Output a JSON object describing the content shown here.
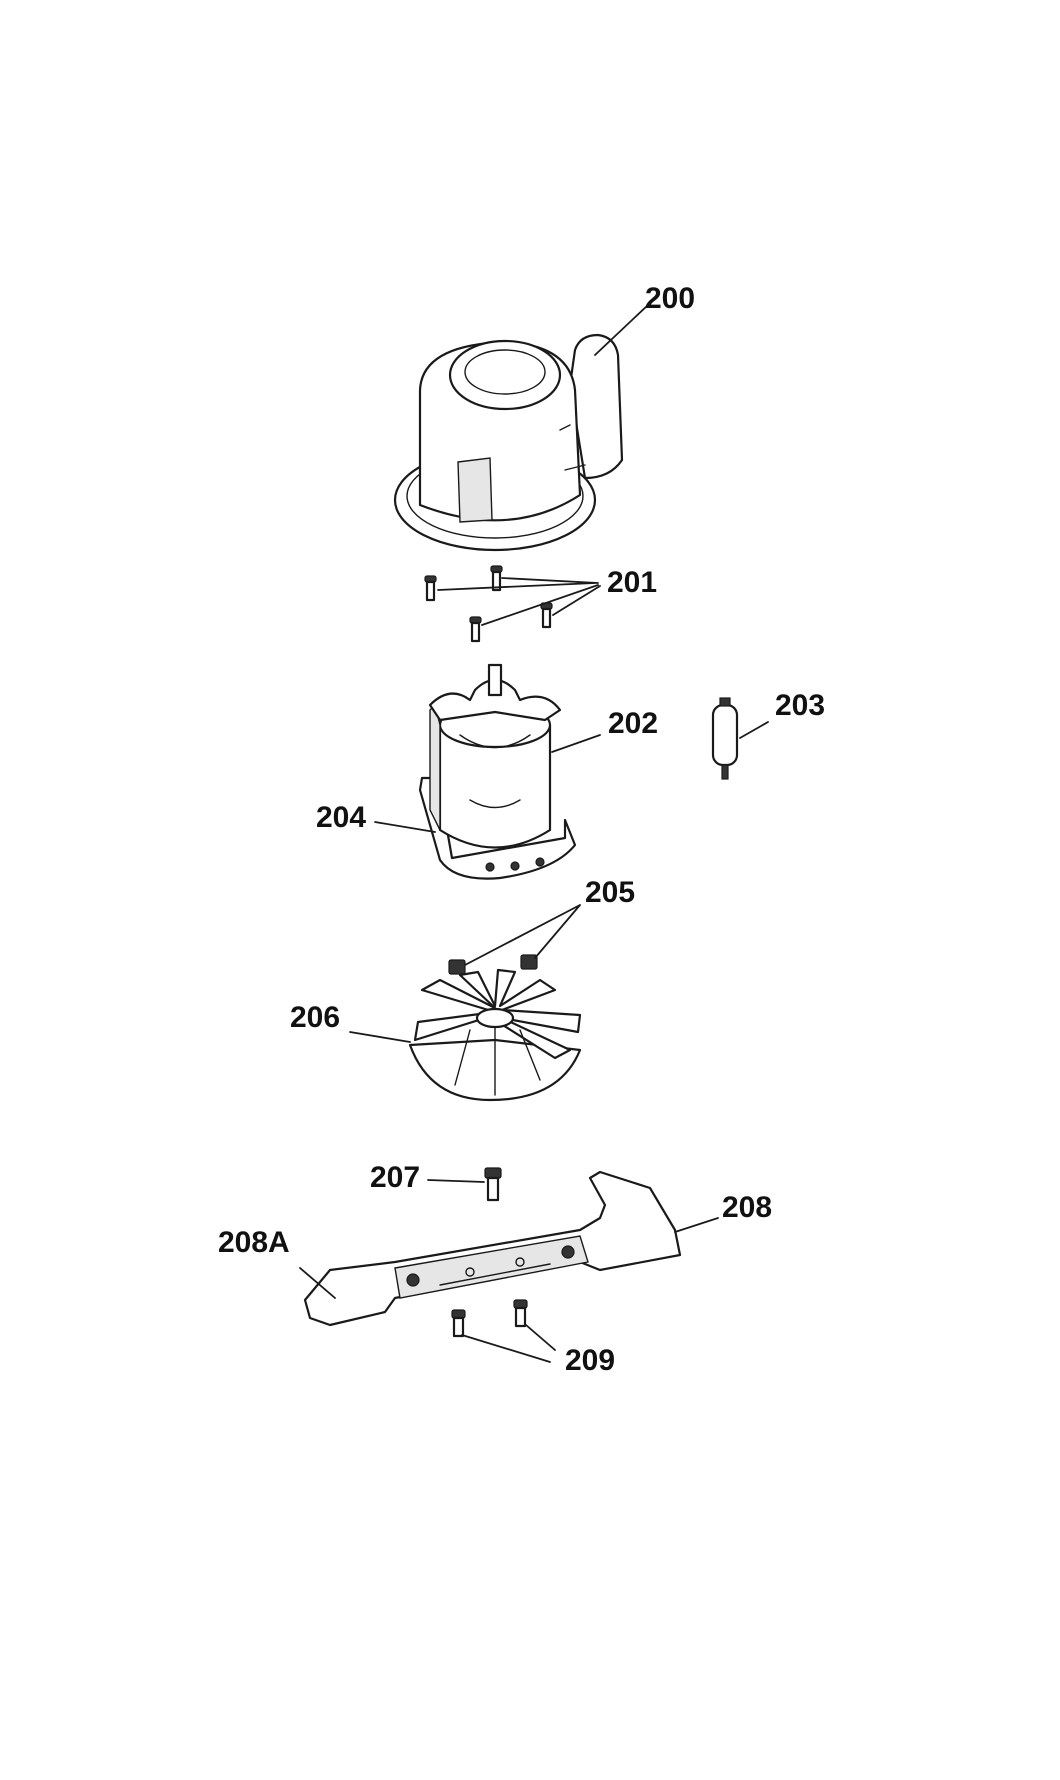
{
  "diagram": {
    "parts": [
      {
        "id": "motor-cover",
        "number": "200"
      },
      {
        "id": "cover-screws",
        "number": "201"
      },
      {
        "id": "motor",
        "number": "202"
      },
      {
        "id": "capacitor",
        "number": "203"
      },
      {
        "id": "motor-bracket",
        "number": "204"
      },
      {
        "id": "fan-nuts",
        "number": "205"
      },
      {
        "id": "fan",
        "number": "206"
      },
      {
        "id": "blade-bolt",
        "number": "207"
      },
      {
        "id": "blade",
        "number": "208"
      },
      {
        "id": "blade-alt",
        "number": "208A"
      },
      {
        "id": "blade-screws",
        "number": "209"
      }
    ]
  },
  "colors": {
    "line": "#1a1a1a",
    "background": "#ffffff",
    "shade": "#e6e6e6"
  }
}
